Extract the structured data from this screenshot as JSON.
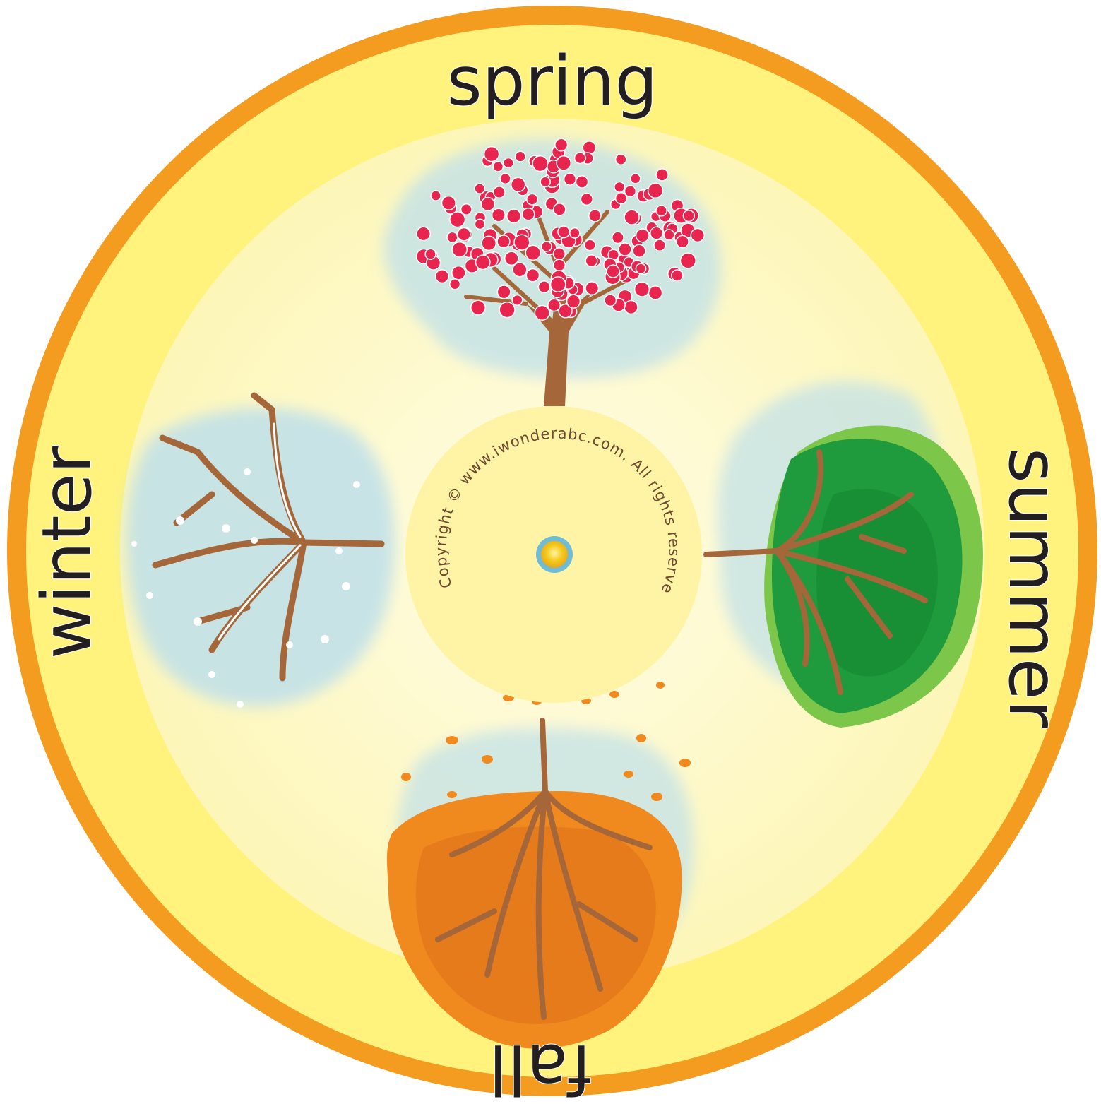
{
  "wheel": {
    "seasons": [
      {
        "key": "spring",
        "label": "spring"
      },
      {
        "key": "summer",
        "label": "summer"
      },
      {
        "key": "fall",
        "label": "fall"
      },
      {
        "key": "winter",
        "label": "winter"
      }
    ],
    "copyright": "Copyright © www.iwonderabc.com. All rights reserved.",
    "colors": {
      "outer_ring": "#f39c1f",
      "label_band": "#fff37d",
      "inner_disc": "#fffbd0",
      "center_disc": "#fff3a6",
      "sky": "#bfe0ea",
      "trunk": "#a5673a",
      "blossom": "#e8254f",
      "summer_leaves": "#1f9a3c",
      "fall_leaves": "#f08a1e",
      "hub_outer": "#6fbcd6",
      "hub_inner": "#f5c81c"
    },
    "icons": [
      "spring-tree-icon",
      "summer-tree-icon",
      "fall-tree-icon",
      "winter-tree-icon",
      "center-hub-icon"
    ]
  }
}
